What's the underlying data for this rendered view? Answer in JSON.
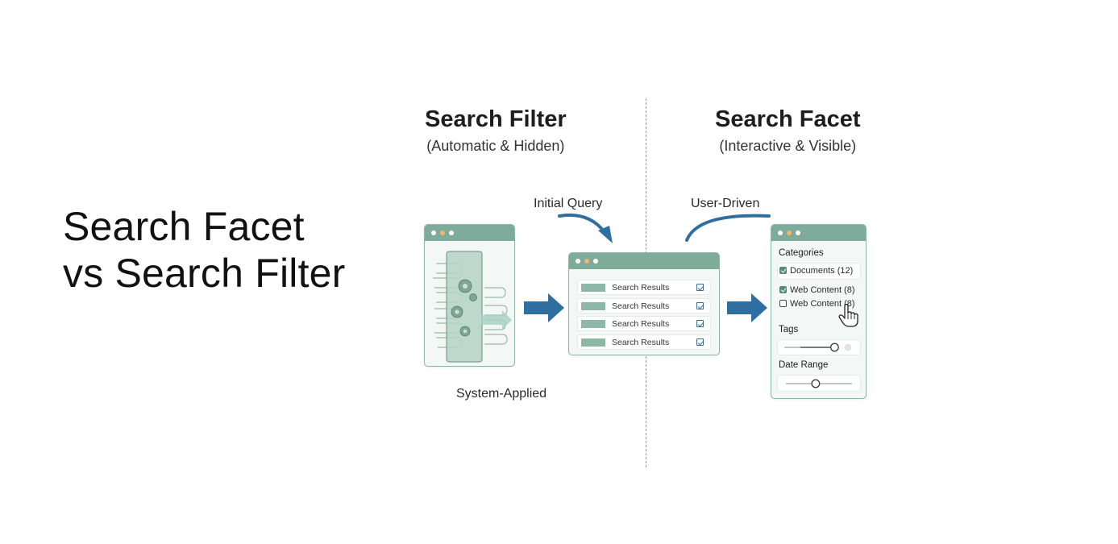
{
  "main_title": {
    "line1": "Search Facet",
    "line2": "vs Search Filter"
  },
  "filter_section": {
    "title": "Search Filter",
    "subtitle": "(Automatic & Hidden)",
    "flow_label": "Initial Query",
    "bottom_label": "System-Applied"
  },
  "facet_section": {
    "title": "Search Facet",
    "subtitle": "(Interactive & Visible)",
    "flow_label": "User-Driven"
  },
  "results_window": {
    "rows": [
      {
        "label": "Search Results"
      },
      {
        "label": "Search Results"
      },
      {
        "label": "Search Results"
      },
      {
        "label": "Search Results"
      }
    ]
  },
  "facet_window": {
    "categories_heading": "Categories",
    "items": [
      {
        "label": "Documents (12)",
        "checked": true
      },
      {
        "label": "Web Content (8)",
        "checked": true
      },
      {
        "label": "Web Content (8)",
        "checked": false
      }
    ],
    "tags_heading": "Tags",
    "tags_slider_level": 0.8,
    "date_heading": "Date Range",
    "date_slider_level": 0.45
  },
  "colors": {
    "window_bar": "#7fab9b",
    "window_border": "#8fb5a8",
    "arrow_blue": "#2f6f9f",
    "accent_green": "#4f8d78"
  }
}
